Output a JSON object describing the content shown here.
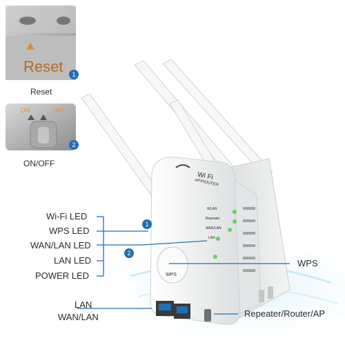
{
  "inset_reset": {
    "button_text": "Reset",
    "caption": "Reset",
    "badge": "1"
  },
  "inset_power": {
    "on_text": "ON",
    "off_text": "OFF",
    "caption": "ON/OFF",
    "badge": "2"
  },
  "device": {
    "brand_line1": "Wi  Fi",
    "brand_line2": "AP/ROUTER",
    "led_labels": [
      "WLAN",
      "Repeater",
      "WAN/LAN",
      "LAN"
    ],
    "wps_button_text": "WPS"
  },
  "callouts": {
    "left": [
      "Wi-Fi LED",
      "WPS LED",
      "WAN/LAN LED",
      "LAN LED",
      "POWER LED"
    ],
    "bottom_left": [
      "LAN",
      "WAN/LAN"
    ],
    "right_wps": "WPS",
    "right_mode": "Repeater/Router/AP",
    "badge1": "1",
    "badge2": "2"
  },
  "colors": {
    "device_body": "#f2f3f3",
    "callout_blue": "#1f6fb8",
    "led_green": "#5fd35f",
    "water": "#bfe6f2"
  }
}
